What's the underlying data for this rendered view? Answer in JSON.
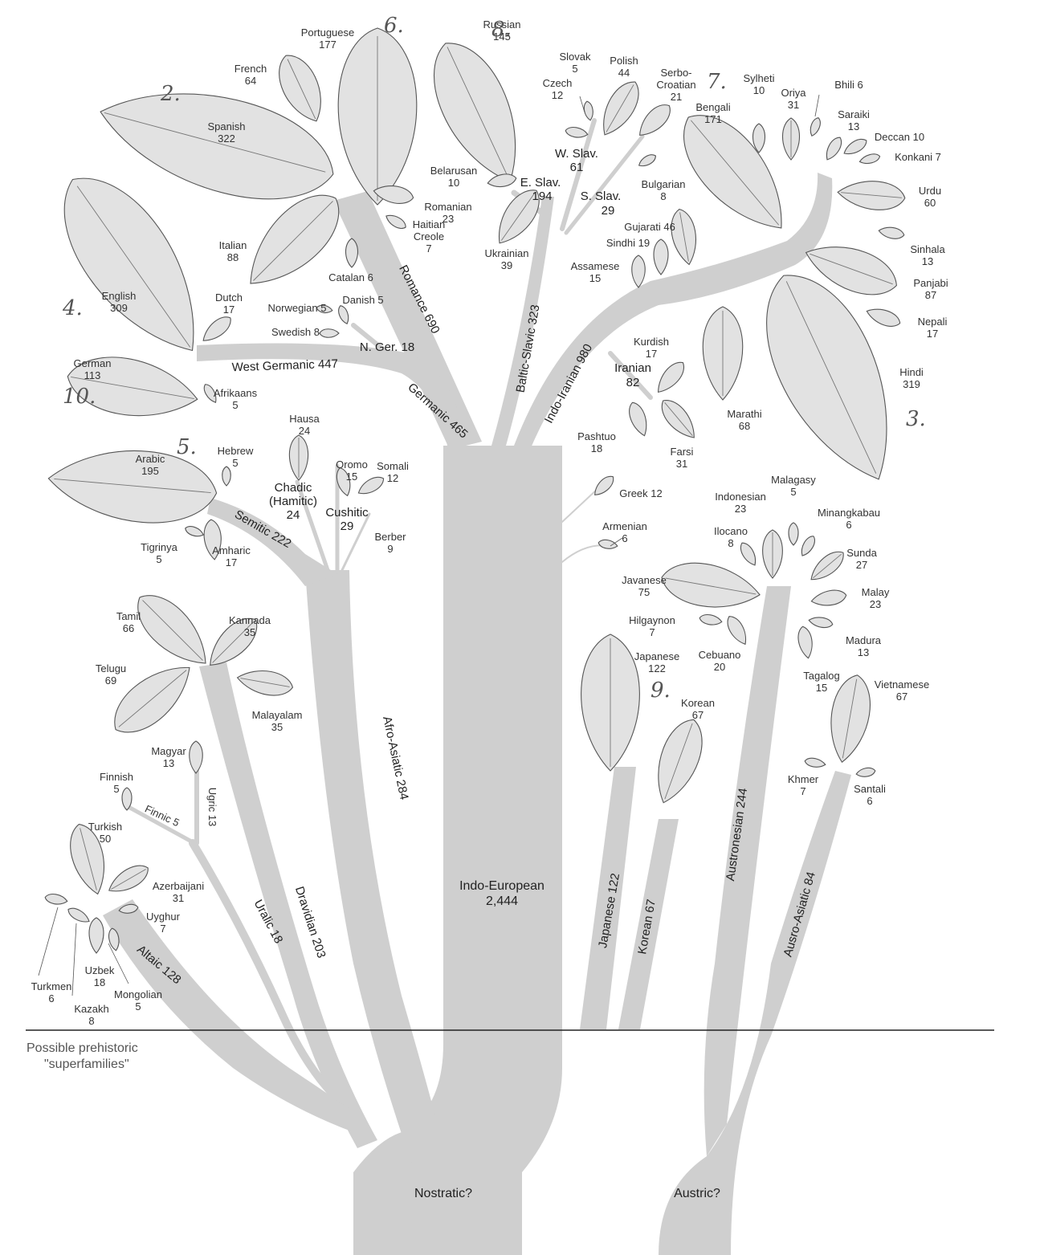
{
  "note": {
    "line1": "Possible prehistoric",
    "line2": "\"superfamilies\""
  },
  "roots": {
    "nostratic": "Nostratic?",
    "austric": "Austric?"
  },
  "branches": {
    "indo_european": {
      "name": "Indo-European",
      "value": "2,444"
    },
    "romance": "Romance 690",
    "baltic_slavic": "Baltic-Slavic 323",
    "indo_iranian": "Indo-Iranian 980",
    "germanic": "Germanic 465",
    "west_germanic": "West Germanic 447",
    "n_germanic": "N. Ger. 18",
    "semitic": "Semitic 222",
    "afro_asiatic": "Afro-Asiatic 284",
    "dravidian": "Dravidian 203",
    "uralic": "Uralic 18",
    "finnic": "Finnic 5",
    "ugric": "Ugric 13",
    "altaic": "Altaic 128",
    "japanese": "Japanese 122",
    "korean": "Korean 67",
    "austronesian": "Austronesian 244",
    "austro_asiatic": "Ausro-Asiatic 84",
    "e_slav": [
      "E. Slav.",
      "194"
    ],
    "w_slav": [
      "W. Slav.",
      "61"
    ],
    "s_slav": [
      "S. Slav.",
      "29"
    ],
    "iranian": [
      "Iranian",
      "82"
    ],
    "chadic": [
      "Chadic",
      "(Hamitic)",
      "24"
    ],
    "cushitic": [
      "Cushitic",
      "29"
    ]
  },
  "leaves": {
    "portuguese": [
      "Portuguese",
      "177"
    ],
    "french": [
      "French",
      "64"
    ],
    "spanish": [
      "Spanish",
      "322"
    ],
    "english": [
      "English",
      "309"
    ],
    "italian": [
      "Italian",
      "88"
    ],
    "catalan": [
      "Catalan 6"
    ],
    "romanian": [
      "Romanian",
      "23"
    ],
    "haitian": [
      "Haitian",
      "Creole",
      "7"
    ],
    "dutch": [
      "Dutch",
      "17"
    ],
    "norwegian": [
      "Norwegian 5"
    ],
    "danish": [
      "Danish 5"
    ],
    "swedish": [
      "Swedish 8"
    ],
    "german": [
      "German",
      "113"
    ],
    "afrikaans": [
      "Afrikaans",
      "5"
    ],
    "russian": [
      "Russian",
      "145"
    ],
    "belarusan": [
      "Belarusan",
      "10"
    ],
    "ukrainian": [
      "Ukrainian",
      "39"
    ],
    "slovak": [
      "Slovak",
      "5"
    ],
    "czech": [
      "Czech",
      "12"
    ],
    "polish": [
      "Polish",
      "44"
    ],
    "serbo": [
      "Serbo-",
      "Croatian",
      "21"
    ],
    "bulgarian": [
      "Bulgarian",
      "8"
    ],
    "bengali": [
      "Bengali",
      "171"
    ],
    "sylheti": [
      "Sylheti",
      "10"
    ],
    "oriya": [
      "Oriya",
      "31"
    ],
    "bhili": [
      "Bhili 6"
    ],
    "saraiki": [
      "Saraiki",
      "13"
    ],
    "deccan": [
      "Deccan 10"
    ],
    "konkani": [
      "Konkani 7"
    ],
    "urdu": [
      "Urdu",
      "60"
    ],
    "gujarati": [
      "Gujarati 46"
    ],
    "sindhi": [
      "Sindhi 19"
    ],
    "assamese": [
      "Assamese",
      "15"
    ],
    "sinhala": [
      "Sinhala",
      "13"
    ],
    "panjabi": [
      "Panjabi",
      "87"
    ],
    "nepali": [
      "Nepali",
      "17"
    ],
    "hindi": [
      "Hindi",
      "319"
    ],
    "marathi": [
      "Marathi",
      "68"
    ],
    "kurdish": [
      "Kurdish",
      "17"
    ],
    "pashtuo": [
      "Pashtuo",
      "18"
    ],
    "farsi": [
      "Farsi",
      "31"
    ],
    "greek": [
      "Greek 12"
    ],
    "armenian": [
      "Armenian",
      "6"
    ],
    "hausa": [
      "Hausa",
      "24"
    ],
    "oromo": [
      "Oromo",
      "15"
    ],
    "somali": [
      "Somali",
      "12"
    ],
    "berber": [
      "Berber",
      "9"
    ],
    "arabic": [
      "Arabic",
      "195"
    ],
    "hebrew": [
      "Hebrew",
      "5"
    ],
    "tigrinya": [
      "Tigrinya",
      "5"
    ],
    "amharic": [
      "Amharic",
      "17"
    ],
    "tamil": [
      "Tamil",
      "66"
    ],
    "kannada": [
      "Kannada",
      "35"
    ],
    "telugu": [
      "Telugu",
      "69"
    ],
    "malayalam": [
      "Malayalam",
      "35"
    ],
    "magyar": [
      "Magyar",
      "13"
    ],
    "finnish": [
      "Finnish",
      "5"
    ],
    "turkish": [
      "Turkish",
      "50"
    ],
    "azerbaijani": [
      "Azerbaijani",
      "31"
    ],
    "uyghur": [
      "Uyghur",
      "7"
    ],
    "turkmen": [
      "Turkmen",
      "6"
    ],
    "kazakh": [
      "Kazakh",
      "8"
    ],
    "uzbek": [
      "Uzbek",
      "18"
    ],
    "mongolian": [
      "Mongolian",
      "5"
    ],
    "indonesian": [
      "Indonesian",
      "23"
    ],
    "malagasy": [
      "Malagasy",
      "5"
    ],
    "minangkabau": [
      "Minangkabau",
      "6"
    ],
    "ilocano": [
      "Ilocano",
      "8"
    ],
    "sunda": [
      "Sunda",
      "27"
    ],
    "javanese": [
      "Javanese",
      "75"
    ],
    "malay": [
      "Malay",
      "23"
    ],
    "hilgaynon": [
      "Hilgaynon",
      "7"
    ],
    "cebuano": [
      "Cebuano",
      "20"
    ],
    "madura": [
      "Madura",
      "13"
    ],
    "tagalog": [
      "Tagalog",
      "15"
    ],
    "japanese": [
      "Japanese",
      "122"
    ],
    "korean": [
      "Korean",
      "67"
    ],
    "vietnamese": [
      "Vietnamese",
      "67"
    ],
    "khmer": [
      "Khmer",
      "7"
    ],
    "santali": [
      "Santali",
      "6"
    ]
  },
  "handwritten": [
    "2.",
    "6.",
    "8.",
    "7.",
    "4.",
    "10.",
    "5.",
    "3.",
    "9."
  ]
}
